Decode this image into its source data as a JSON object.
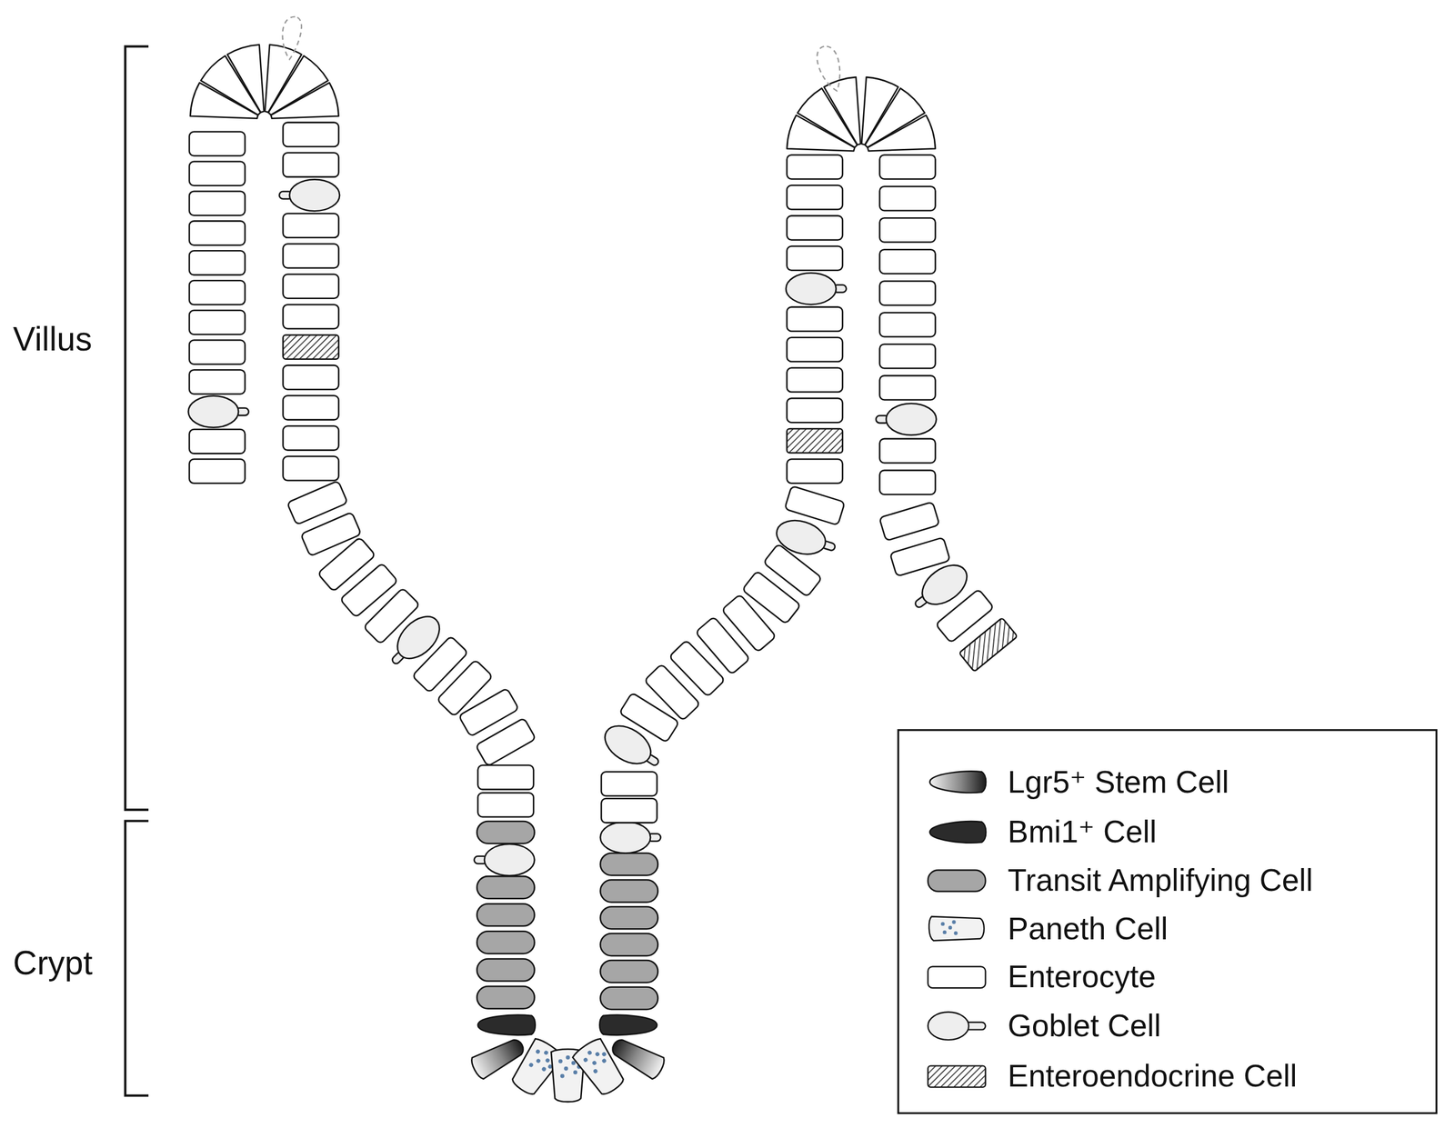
{
  "diagram": {
    "labels": [
      "Villus",
      "Crypt"
    ],
    "legend": [
      {
        "text": "Lgr5⁺ Stem Cell"
      },
      {
        "text": "Bmi1⁺ Cell"
      },
      {
        "text": "Transit Amplifying Cell"
      },
      {
        "text": "Paneth Cell"
      },
      {
        "text": "Enterocyte"
      },
      {
        "text": "Goblet Cell"
      },
      {
        "text": "Enteroendocrine Cell"
      }
    ]
  }
}
